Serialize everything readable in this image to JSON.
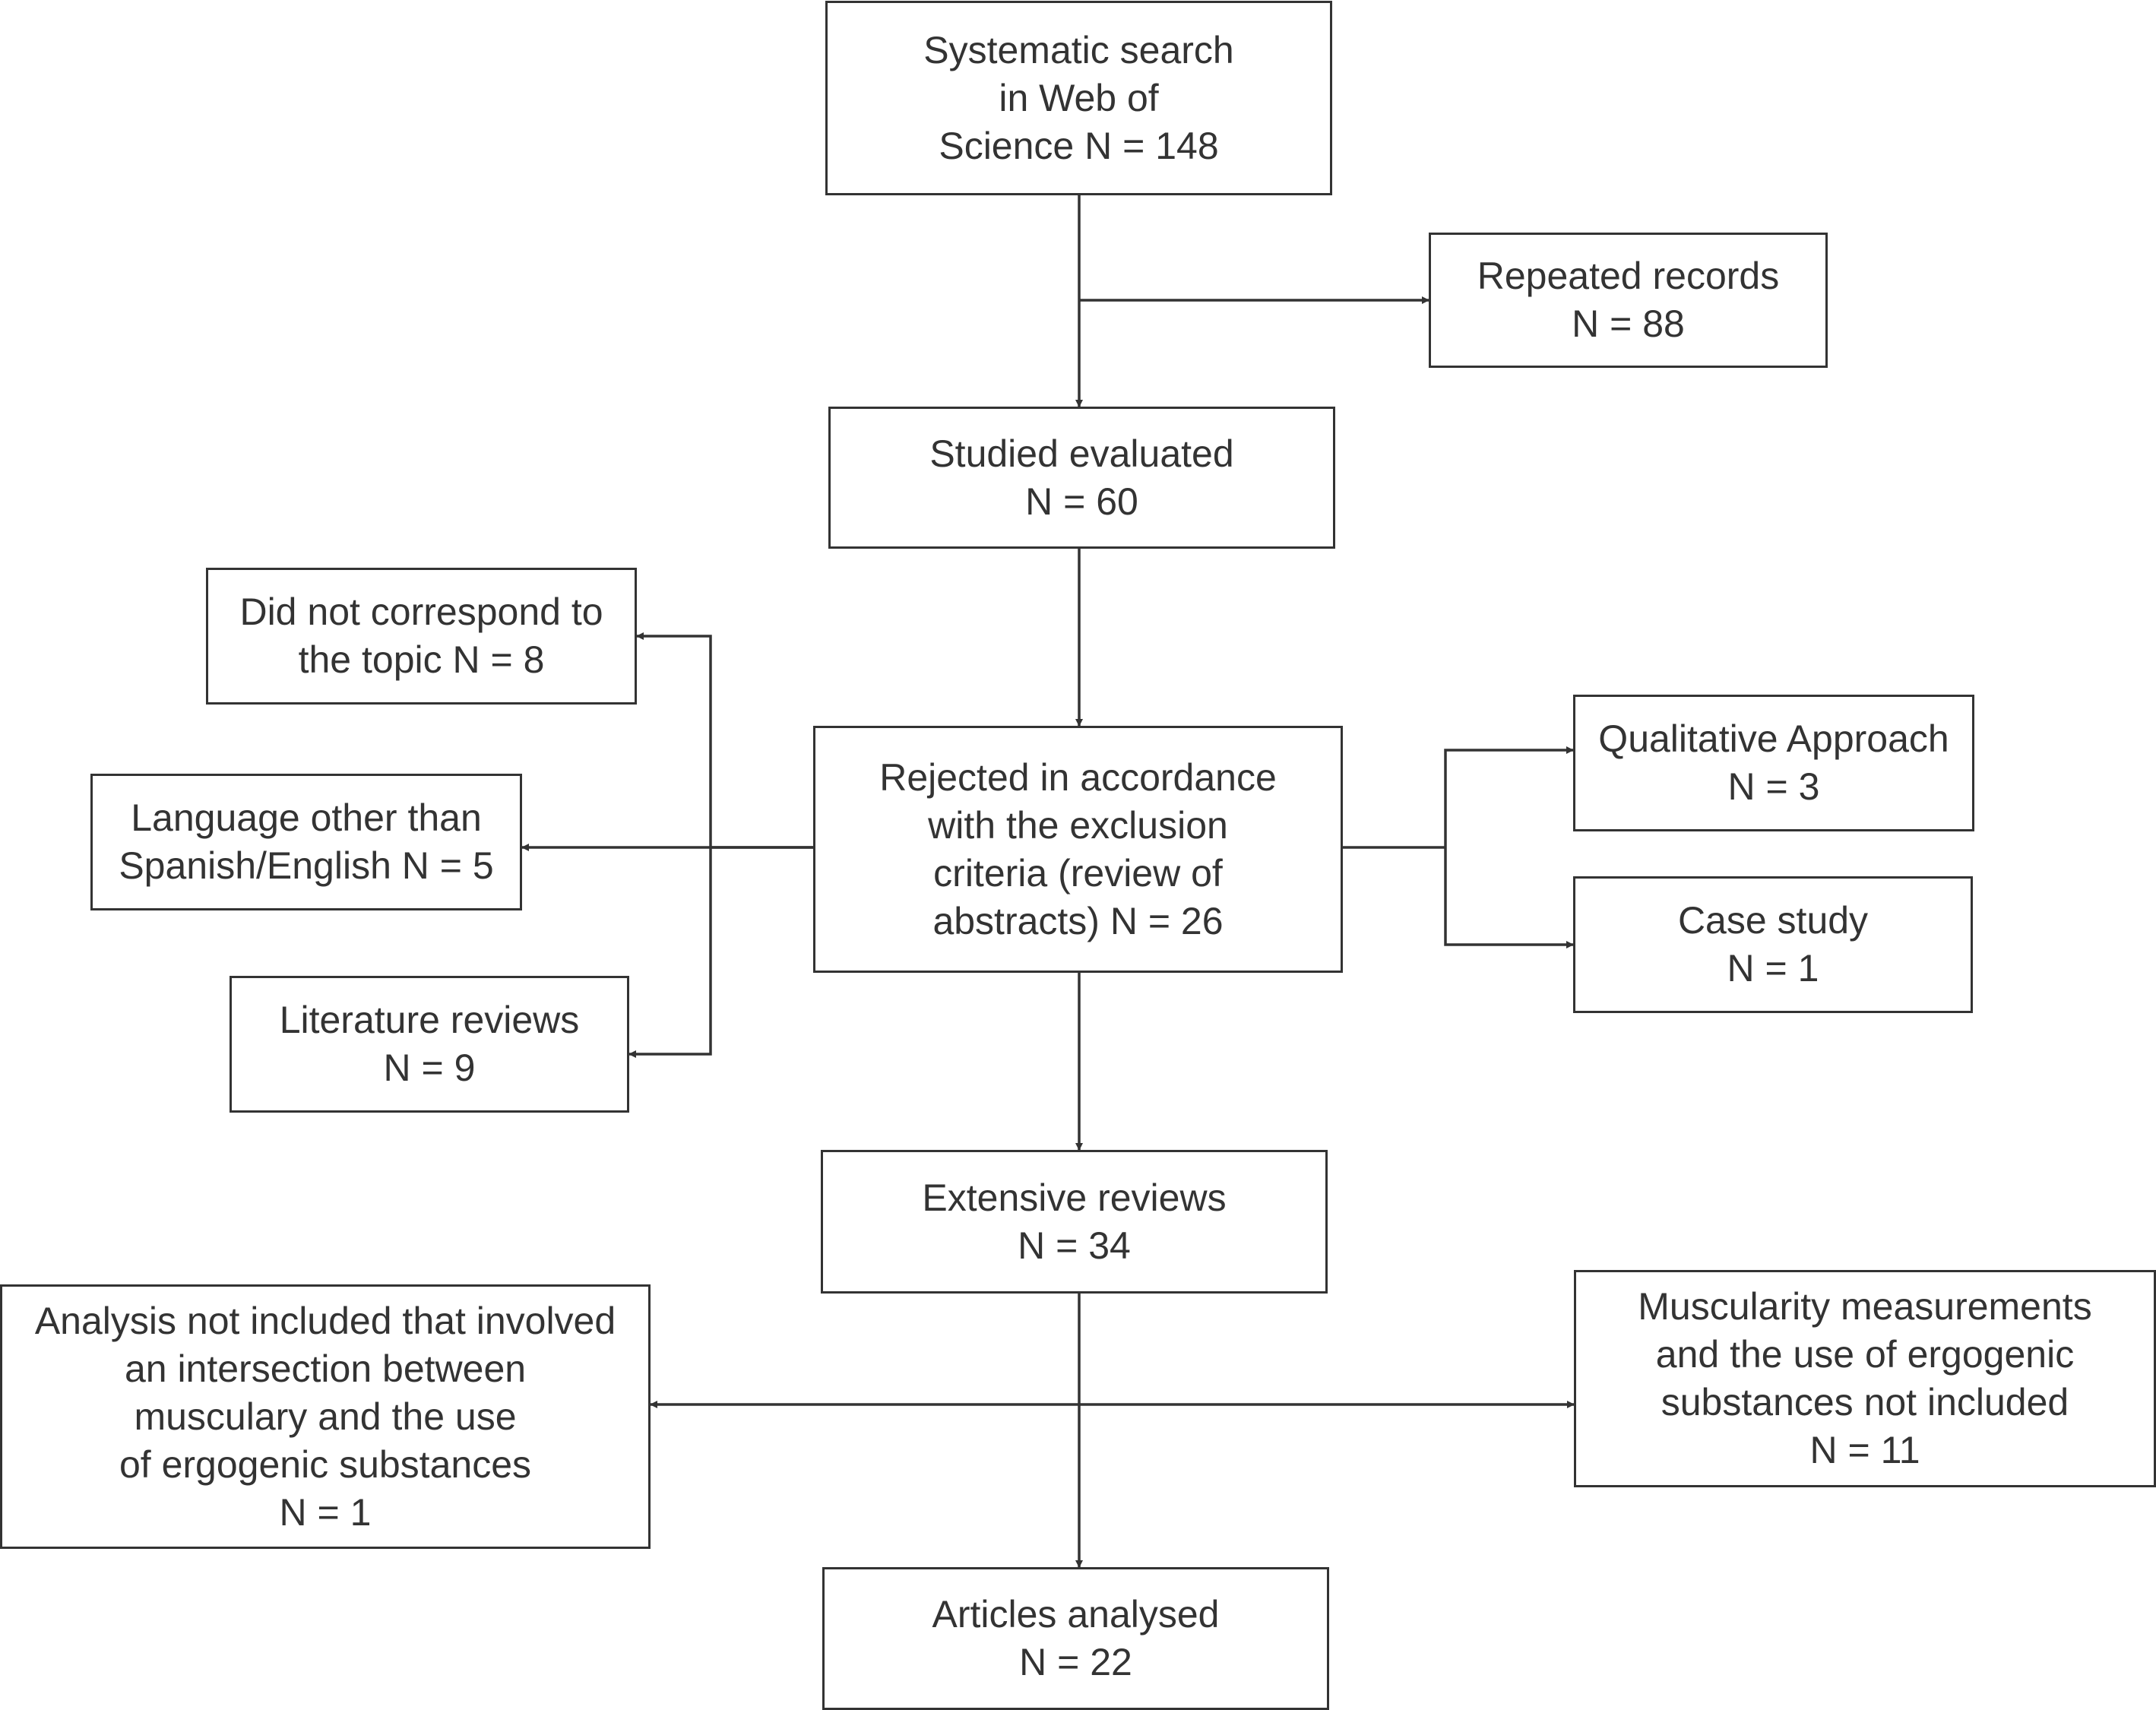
{
  "colors": {
    "line": "#333333",
    "text": "#333333",
    "background": "#ffffff"
  },
  "nodes": {
    "search": {
      "lines": [
        "Systematic search",
        "in Web of",
        "Science N = 148"
      ]
    },
    "repeated": {
      "lines": [
        "Repeated records",
        "N = 88"
      ]
    },
    "evaluated": {
      "lines": [
        "Studied evaluated",
        "N = 60"
      ]
    },
    "rejected": {
      "lines": [
        "Rejected in accordance",
        "with the exclusion",
        "criteria (review of",
        "abstracts) N = 26"
      ]
    },
    "topic": {
      "lines": [
        "Did not correspond to",
        "the topic N = 8"
      ]
    },
    "language": {
      "lines": [
        "Language other than",
        "Spanish/English N = 5"
      ]
    },
    "literature": {
      "lines": [
        "Literature reviews",
        "N = 9"
      ]
    },
    "qualitative": {
      "lines": [
        "Qualitative Approach",
        "N = 3"
      ]
    },
    "case": {
      "lines": [
        "Case study",
        "N = 1"
      ]
    },
    "extensive": {
      "lines": [
        "Extensive reviews",
        "N = 34"
      ]
    },
    "analysis": {
      "lines": [
        "Analysis not included that involved",
        "an intersection between",
        "musculary and the use",
        "of ergogenic substances",
        "N = 1"
      ]
    },
    "muscularity": {
      "lines": [
        "Muscularity measurements",
        "and the use of ergogenic",
        "substances not included",
        "N = 11"
      ]
    },
    "articles": {
      "lines": [
        "Articles analysed",
        "N = 22"
      ]
    }
  }
}
